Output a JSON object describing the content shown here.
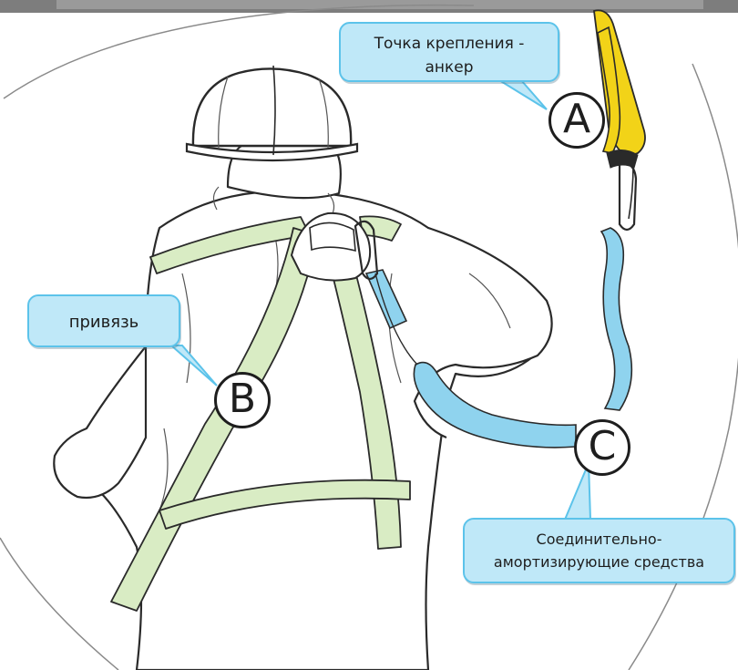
{
  "callouts": {
    "anchor": {
      "line1": "Точка крепления -",
      "line2": "анкер"
    },
    "harness": {
      "label": "привязь"
    },
    "lanyard": {
      "line1": "Соединительно-",
      "line2": "амортизирующие средства"
    }
  },
  "markers": {
    "a": "A",
    "b": "B",
    "c": "C"
  },
  "colors": {
    "callout_fill": "#bfe8f8",
    "callout_border": "#5cc3ea",
    "strap_yellow": "#f2d318",
    "lanyard_blue": "#8fd3ee",
    "harness_green": "#d9ecc4"
  }
}
